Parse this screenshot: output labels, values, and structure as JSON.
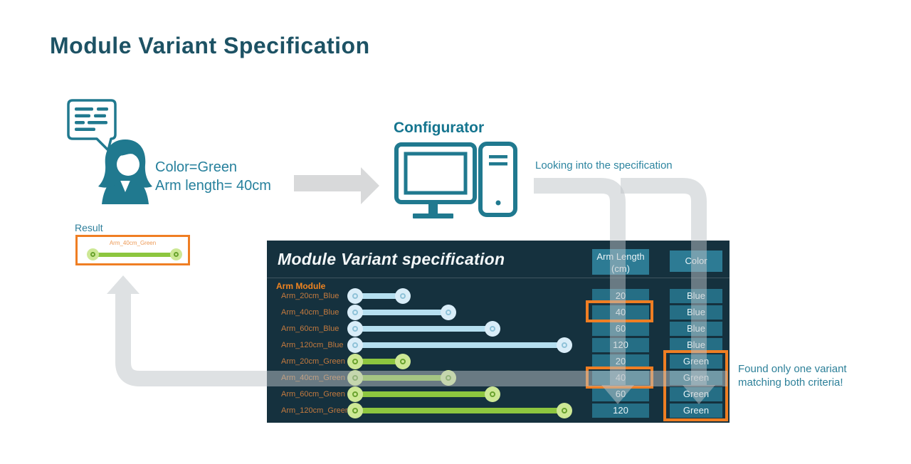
{
  "page": {
    "title": "Module Variant Specification"
  },
  "request": {
    "line1": "Color=Green",
    "line2": "Arm length= 40cm"
  },
  "configurator": {
    "label": "Configurator"
  },
  "annotations": {
    "looking": "Looking into the specification",
    "found_line1": "Found only one variant",
    "found_line2": "matching both criteria!",
    "result_label": "Result"
  },
  "result": {
    "variant": "Arm_40cm_Green"
  },
  "spec_table": {
    "title": "Module Variant specification",
    "headers": {
      "arm_length_line1": "Arm Length",
      "arm_length_line2": "(cm)",
      "color": "Color"
    },
    "group_label": "Arm Module",
    "rows": [
      {
        "label": "Arm_20cm_Blue",
        "length": "20",
        "color": "Blue"
      },
      {
        "label": "Arm_40cm_Blue",
        "length": "40",
        "color": "Blue"
      },
      {
        "label": "Arm_60cm_Blue",
        "length": "60",
        "color": "Blue"
      },
      {
        "label": "Arm_120cm_Blue",
        "length": "120",
        "color": "Blue"
      },
      {
        "label": "Arm_20cm_Green",
        "length": "20",
        "color": "Green"
      },
      {
        "label": "Arm_40cm_Green",
        "length": "40",
        "color": "Green"
      },
      {
        "label": "Arm_60cm_Green",
        "length": "60",
        "color": "Green"
      },
      {
        "label": "Arm_120cm_Green",
        "length": "120",
        "color": "Green"
      }
    ]
  },
  "colors": {
    "teal": "#20798f",
    "accent_orange": "#ef7e23",
    "green_arm": "#8dc63f",
    "blue_arm": "#b5dff0",
    "table_bg": "#15313e"
  }
}
